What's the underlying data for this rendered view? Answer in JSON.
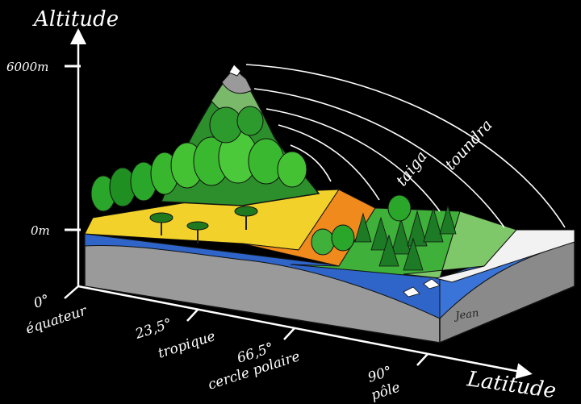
{
  "axes": {
    "y_title": "Altitude",
    "x_title": "Latitude",
    "y_ticks": [
      {
        "label": "6000m"
      },
      {
        "label": "0m"
      }
    ]
  },
  "latitude_marks": [
    {
      "degree": "0°",
      "name": "équateur"
    },
    {
      "degree": "23,5°",
      "name": "tropique"
    },
    {
      "degree": "66,5°",
      "name": "cercle polaire"
    },
    {
      "degree": "90°",
      "name": "pôle"
    }
  ],
  "zones": [
    {
      "label": "taiga"
    },
    {
      "label": "toundra"
    }
  ],
  "signature": "Jean",
  "colors": {
    "background": "#000000",
    "ocean": "#2f64c8",
    "savanna": "#f2d22a",
    "desert": "#f08a1c",
    "forest": "#2aa62a",
    "tundra": "#7fc86a",
    "ice": "#f2f2f2",
    "rock": "#9a9a9a"
  }
}
